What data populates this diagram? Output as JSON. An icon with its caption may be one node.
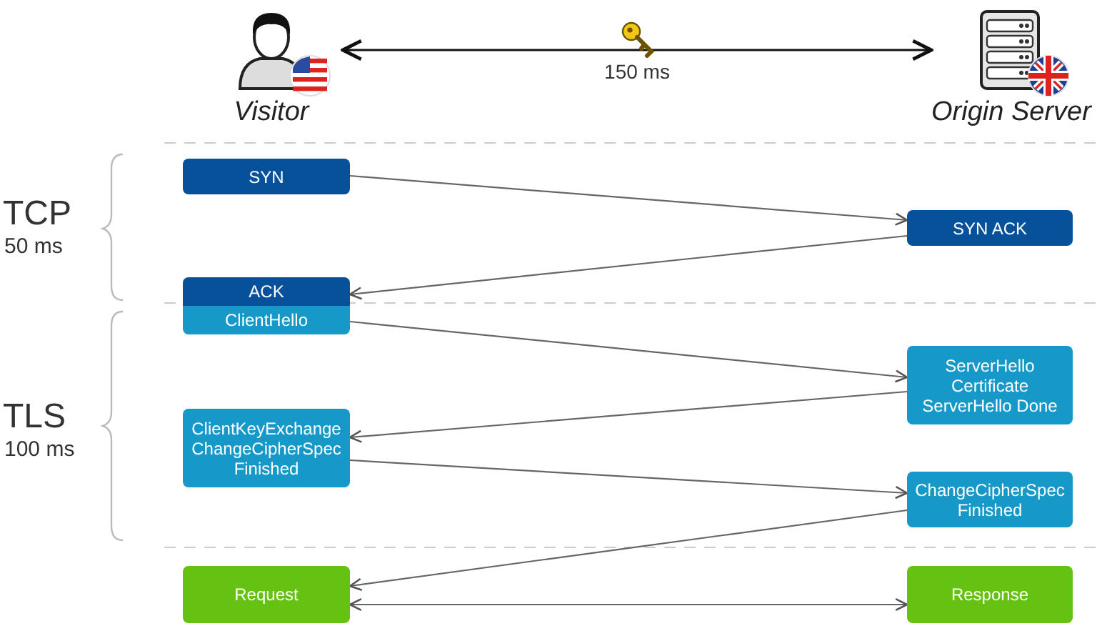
{
  "diagram": {
    "nodes": [
      {
        "text": [
          "Visitor"
        ]
      },
      {
        "text": [
          "Origin Server"
        ]
      },
      {
        "text": [
          "SYN"
        ]
      },
      {
        "text": [
          "SYN ACK"
        ]
      },
      {
        "text": [
          "ACK"
        ]
      },
      {
        "text": [
          "ClientHello"
        ]
      },
      {
        "text": [
          "ServerHello Certificate ServerHello Done"
        ]
      },
      {
        "text": [
          "ClientKeyExchange ChangeCipherSpec Finished"
        ]
      },
      {
        "text": [
          "ChangeCipherSpec Finished"
        ]
      },
      {
        "text": [
          "Request"
        ]
      },
      {
        "text": [
          "Response"
        ]
      }
    ],
    "edges": [
      {
        "from": 0,
        "to": 1,
        "arrow": "both",
        "label": "150 ms"
      },
      {
        "from": 2,
        "to": 3,
        "arrow": "to"
      },
      {
        "from": 3,
        "to": 4,
        "arrow": "to"
      },
      {
        "from": 5,
        "to": 6,
        "arrow": "to"
      },
      {
        "from": 6,
        "to": 7,
        "arrow": "to"
      },
      {
        "from": 7,
        "to": 8,
        "arrow": "to"
      },
      {
        "from": 8,
        "to": 9,
        "arrow": "to"
      },
      {
        "from": 9,
        "to": 10,
        "arrow": "both"
      }
    ],
    "labels": [
      "TCP",
      "50 ms",
      "TLS",
      "100 ms"
    ]
  }
}
